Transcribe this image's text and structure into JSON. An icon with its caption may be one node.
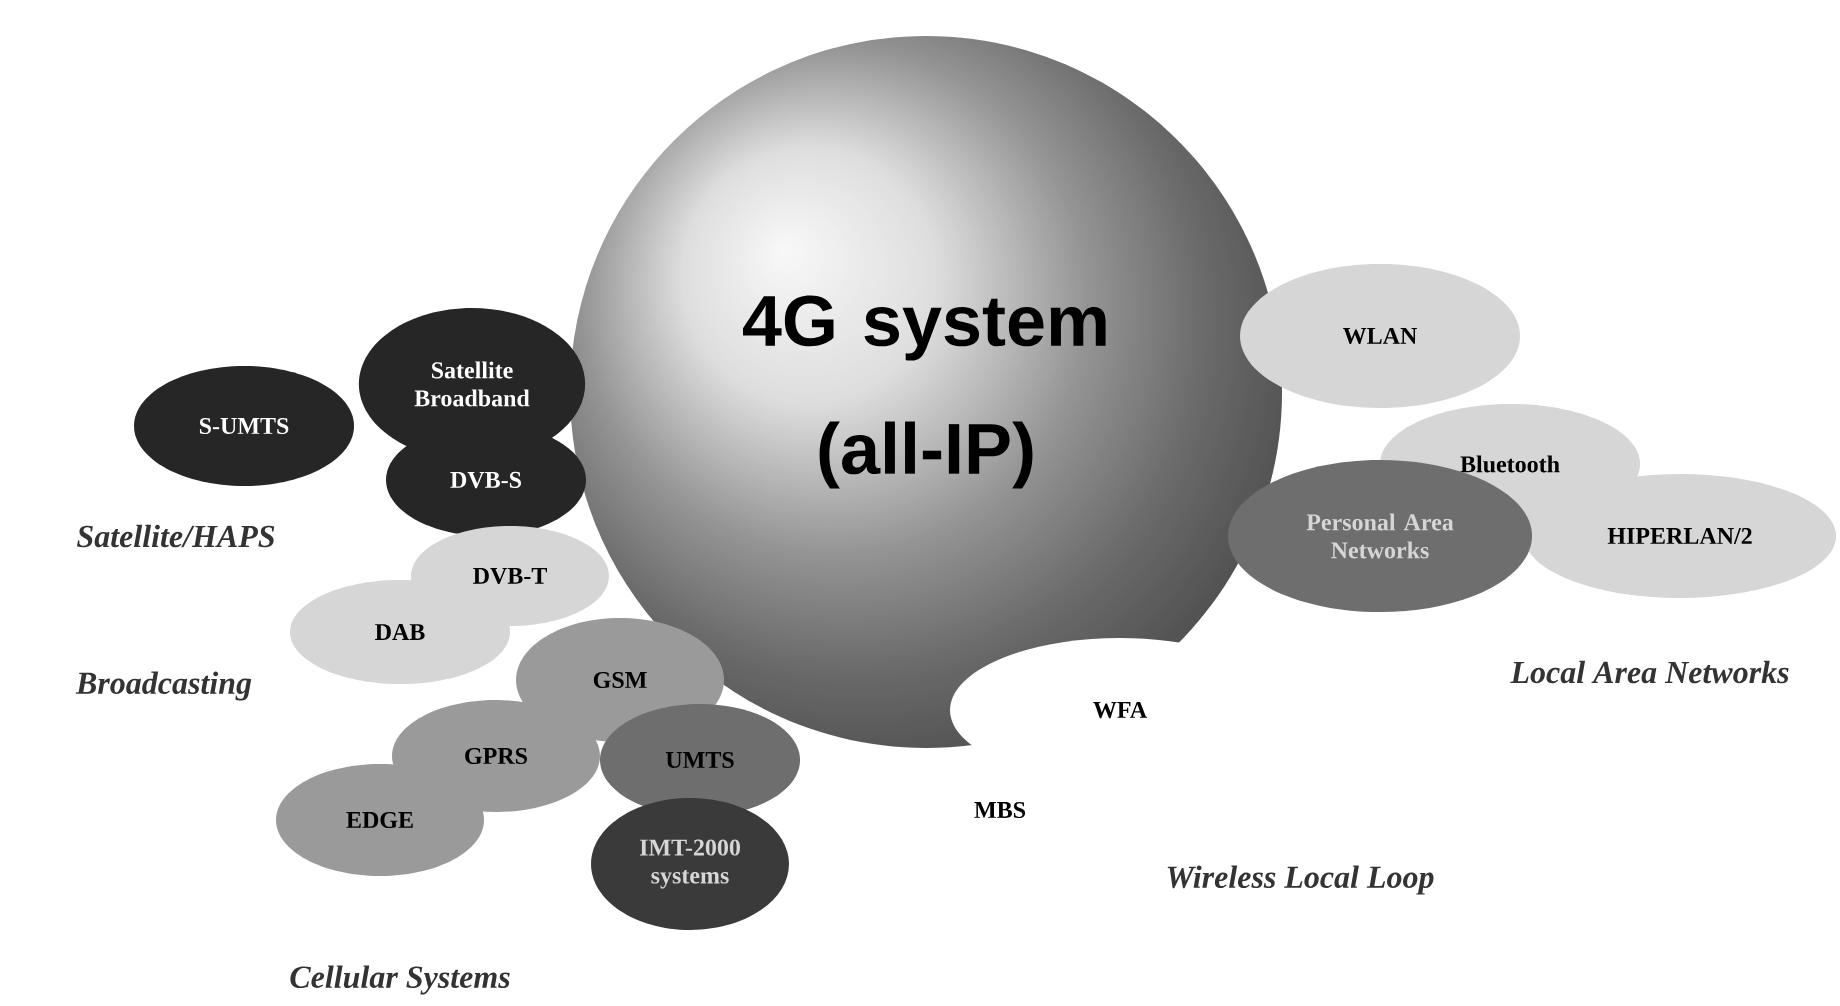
{
  "diagram": {
    "nodes": [
      {
        "text": [
          "4G system (all-IP)"
        ]
      },
      {
        "text": [
          "S-UMTS"
        ]
      },
      {
        "text": [
          "Satellite Broadband"
        ]
      },
      {
        "text": [
          "DVB-S"
        ]
      },
      {
        "text": [
          "DVB-T"
        ]
      },
      {
        "text": [
          "DAB"
        ]
      },
      {
        "text": [
          "GSM"
        ]
      },
      {
        "text": [
          "GPRS"
        ]
      },
      {
        "text": [
          "UMTS"
        ]
      },
      {
        "text": [
          "EDGE"
        ]
      },
      {
        "text": [
          "IMT-2000 systems"
        ]
      },
      {
        "text": [
          "WLAN"
        ]
      },
      {
        "text": [
          "Bluetooth"
        ]
      },
      {
        "text": [
          "Personal Area Networks"
        ]
      },
      {
        "text": [
          "HIPERLAN/2"
        ]
      },
      {
        "text": [
          "WFA"
        ]
      },
      {
        "text": [
          "MBS"
        ]
      }
    ],
    "labels": [
      "Satellite/HAPS",
      "Broadcasting",
      "Local Area Networks",
      "Wireless Local Loop",
      "Cellular Systems"
    ]
  }
}
